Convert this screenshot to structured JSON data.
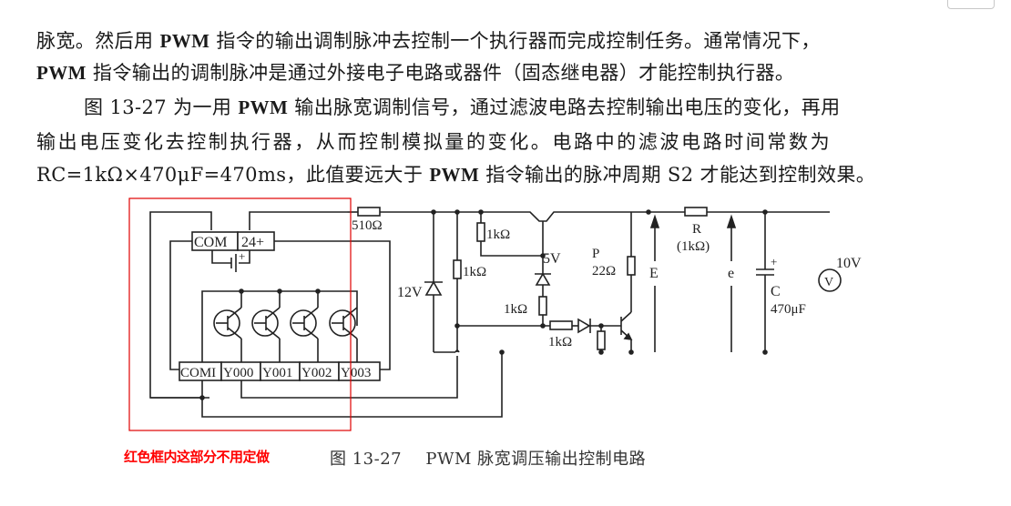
{
  "paragraph": {
    "lines": [
      [
        "脉宽。然后用 ",
        "PWM",
        " 指令的输出调制脉冲去控制一个执行器而完成控制任务。通常情况下，"
      ],
      [
        "",
        "PWM",
        " 指令输出的调制脉冲是通过外接电子电路或器件（固态继电器）才能控制执行器。"
      ],
      [
        "图 13-27 为一用 ",
        "PWM",
        " 输出脉宽调制信号，通过滤波电路去控制输出电压的变化，再用"
      ],
      [
        "输出电压变化去控制执行器，从而控制模拟量的变化。电路中的滤波电路时间常数为",
        "",
        ""
      ],
      [
        "RC=1kΩ×470μF=470ms，此值要远大于 ",
        "PWM",
        " 指令输出的脉冲周期 S2 才能达到控制效果。"
      ]
    ]
  },
  "diagram": {
    "plc_top_terminals": [
      "COM",
      "24+"
    ],
    "plc_output_terminals": [
      "COMI",
      "Y000",
      "Y001",
      "Y002",
      "Y003"
    ],
    "battery_polarity": "+",
    "components": {
      "r_series": "510Ω",
      "zener_12v": "12V",
      "r_divider": "1kΩ",
      "r_top": "1kΩ",
      "zener_5v": "5V",
      "r_5v_lower": "1kΩ",
      "r_base": "1kΩ",
      "p_label": "P",
      "p_value": "22Ω",
      "e_label": "E",
      "r_filter_label": "R",
      "r_filter_value": "(1kΩ)",
      "e_small_label": "e",
      "cap_polarity": "+",
      "cap_label": "C",
      "cap_value": "470μF",
      "meter_symbol": "V",
      "meter_value": "10V"
    },
    "highlight_color": "#e00000"
  },
  "note": "红色框内这部分不用定做",
  "caption": {
    "number": "图 13-27",
    "title": "PWM 脉宽调压输出控制电路"
  }
}
